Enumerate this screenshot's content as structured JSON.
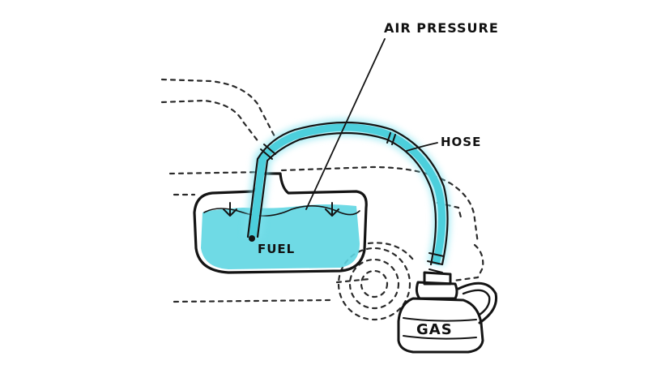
{
  "labels": {
    "air_pressure": "AIR PRESSURE",
    "hose": "HOSE",
    "fuel": "FUEL",
    "gas": "GAS"
  },
  "colors": {
    "ink": "#141414",
    "fuel": "#5fd6e2",
    "fuel_light": "#b9eef3",
    "hose_glow": "#7fe3ef",
    "hose": "#4ccfdc"
  }
}
